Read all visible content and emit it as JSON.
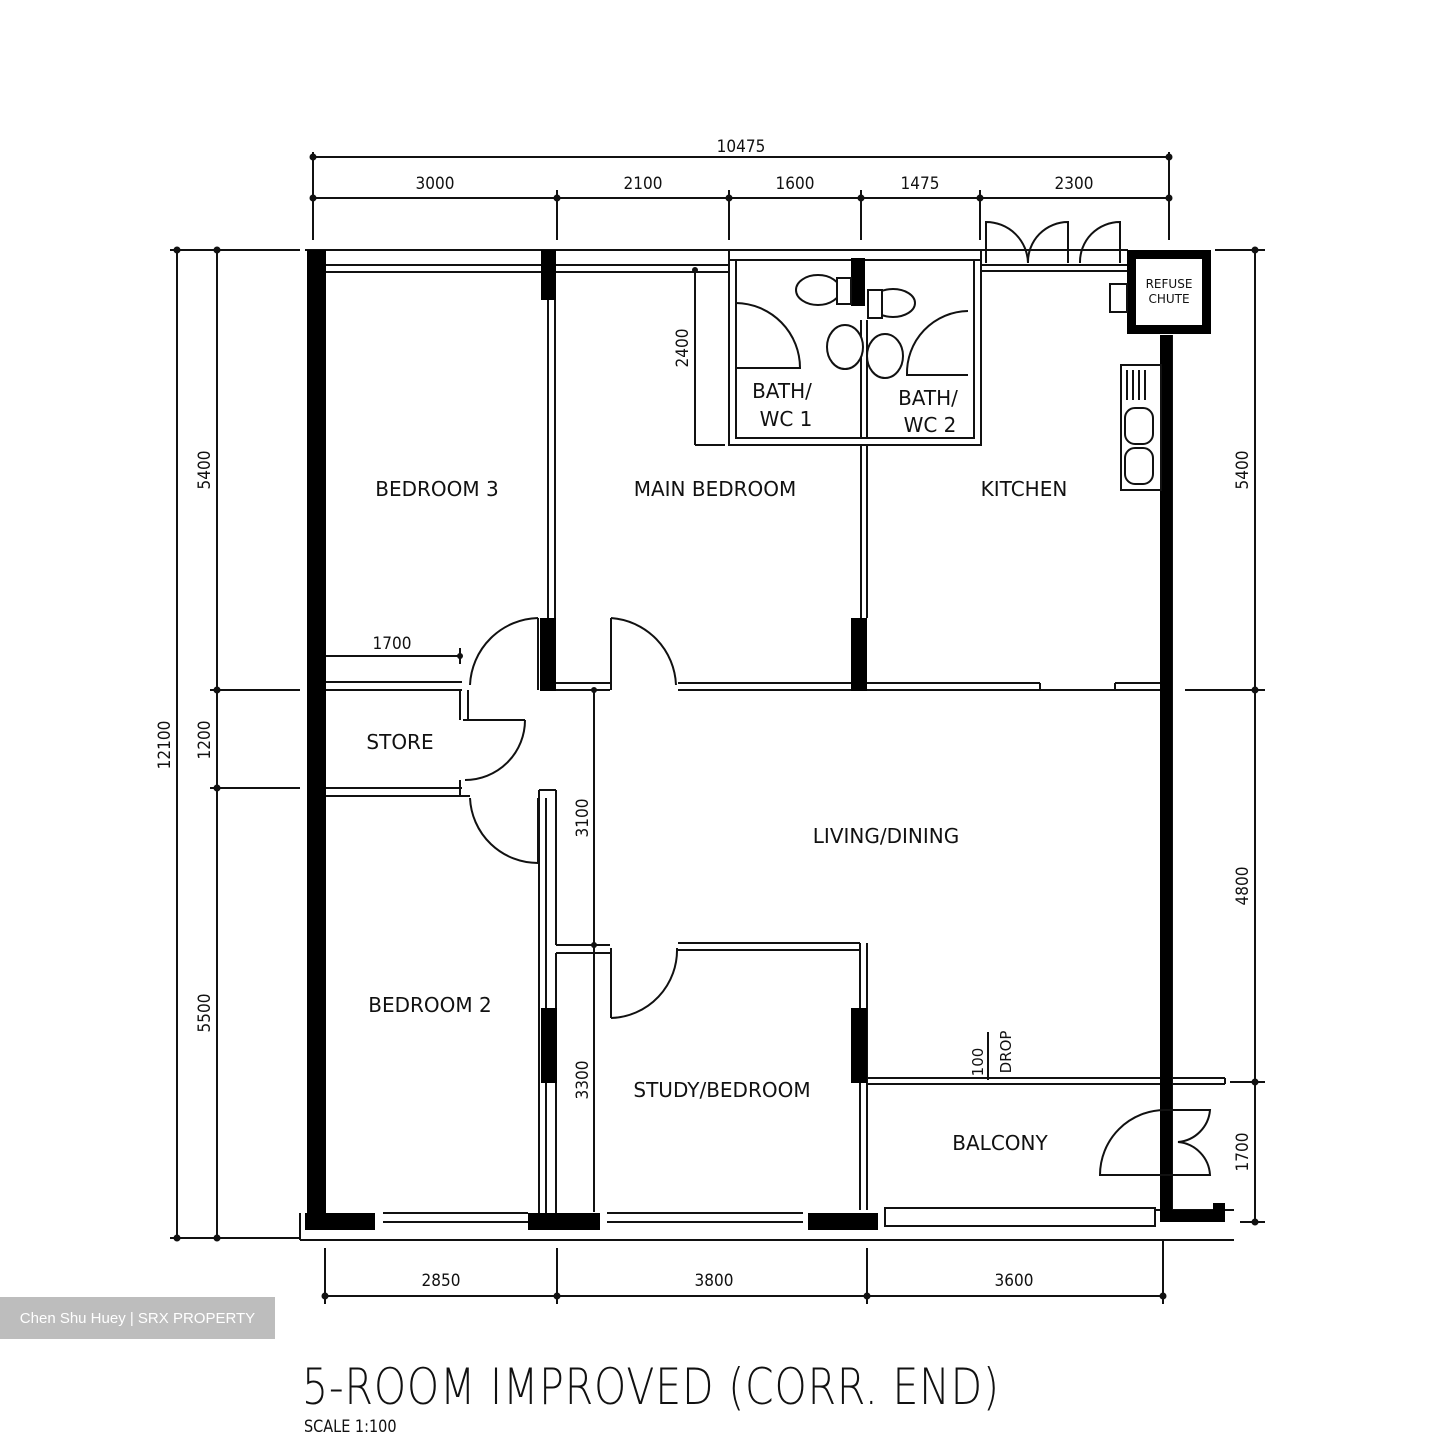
{
  "plan": {
    "title": "5-ROOM IMPROVED (CORR. END)",
    "scale_label": "SCALE   1:100"
  },
  "watermark": {
    "text": "Chen Shu Huey | SRX PROPERTY",
    "background": "#bdbdbd",
    "color": "#ffffff"
  },
  "dimensions": {
    "top_total": "10475",
    "top_segments": [
      "3000",
      "2100",
      "1600",
      "1475",
      "2300"
    ],
    "left_total": "12100",
    "left_segments": [
      "5400",
      "1200",
      "5500"
    ],
    "right_segments": [
      "5400",
      "4800",
      "1700"
    ],
    "bottom_segments": [
      "2850",
      "3800",
      "3600"
    ],
    "bath_depth": "2400",
    "store_width": "1700",
    "corridor_length": "3100",
    "study_side": "3300",
    "drop_value": "100",
    "drop_label": "DROP"
  },
  "rooms": {
    "bedroom3": "BEDROOM 3",
    "main_bedroom": "MAIN BEDROOM",
    "kitchen": "KITCHEN",
    "bath1_line1": "BATH/",
    "bath1_line2": "WC 1",
    "bath2_line1": "BATH/",
    "bath2_line2": "WC 2",
    "store": "STORE",
    "living_dining": "LIVING/DINING",
    "bedroom2": "BEDROOM 2",
    "study_bedroom": "STUDY/BEDROOM",
    "balcony": "BALCONY",
    "refuse_line1": "REFUSE",
    "refuse_line2": "CHUTE"
  },
  "colors": {
    "line": "#111111",
    "wall_fill": "#000000",
    "background": "#ffffff"
  }
}
